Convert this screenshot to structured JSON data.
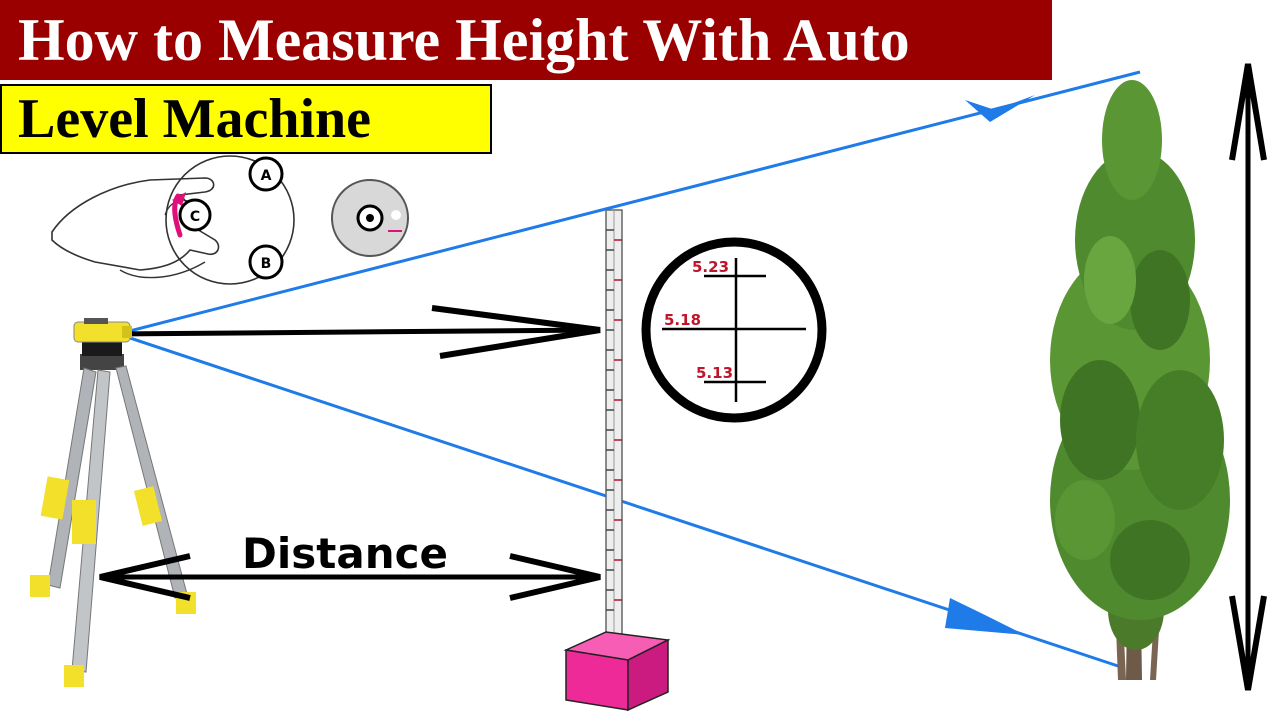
{
  "title": {
    "line1": "How to Measure Height With Auto",
    "line2": "Level Machine"
  },
  "distance_label": "Distance",
  "reticle": {
    "top_reading": "5.23",
    "middle_reading": "5.18",
    "bottom_reading": "5.13"
  },
  "hand_dial": {
    "top_letter": "A",
    "left_letter": "C",
    "bottom_letter": "B"
  },
  "colors": {
    "title_bg": "#9a0000",
    "subtitle_bg": "#ffff00",
    "sight_line": "#1e7be8",
    "reticle_text": "#c0142b",
    "base_box": "#ee2a98",
    "tripod_yellow": "#f2e02a"
  },
  "icons": [
    "hand-dial-icon",
    "bubble-level-icon",
    "auto-level-instrument-icon",
    "tripod-icon",
    "leveling-staff-icon",
    "tree-icon",
    "height-arrow-icon",
    "base-box-icon"
  ]
}
